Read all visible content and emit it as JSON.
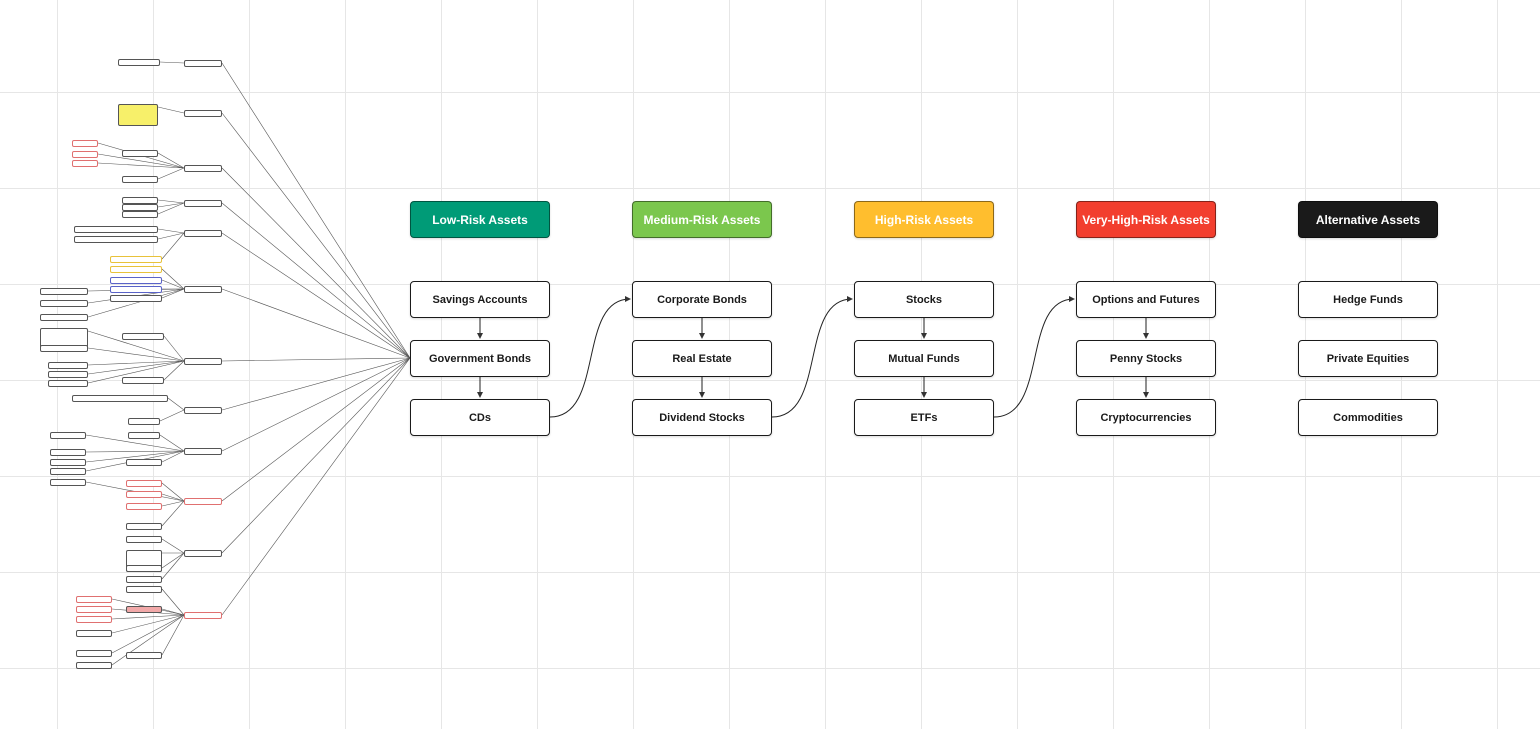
{
  "categories": [
    {
      "id": "low",
      "title": "Low-Risk Assets",
      "color": "#009B77",
      "items": [
        "Savings Accounts",
        "Government Bonds",
        "CDs"
      ]
    },
    {
      "id": "medium",
      "title": "Medium-Risk Assets",
      "color": "#7BC74D",
      "items": [
        "Corporate Bonds",
        "Real Estate",
        "Dividend Stocks"
      ]
    },
    {
      "id": "high",
      "title": "High-Risk Assets",
      "color": "#FFBE2E",
      "items": [
        "Stocks",
        "Mutual Funds",
        "ETFs"
      ]
    },
    {
      "id": "veryhigh",
      "title": "Very-High-Risk Assets",
      "color": "#F23E2E",
      "items": [
        "Options and Futures",
        "Penny Stocks",
        "Cryptocurrencies"
      ]
    },
    {
      "id": "alt",
      "title": "Alternative Assets",
      "color": "#1A1A1A",
      "items": [
        "Hedge Funds",
        "Private Equities",
        "Commodities"
      ]
    }
  ]
}
